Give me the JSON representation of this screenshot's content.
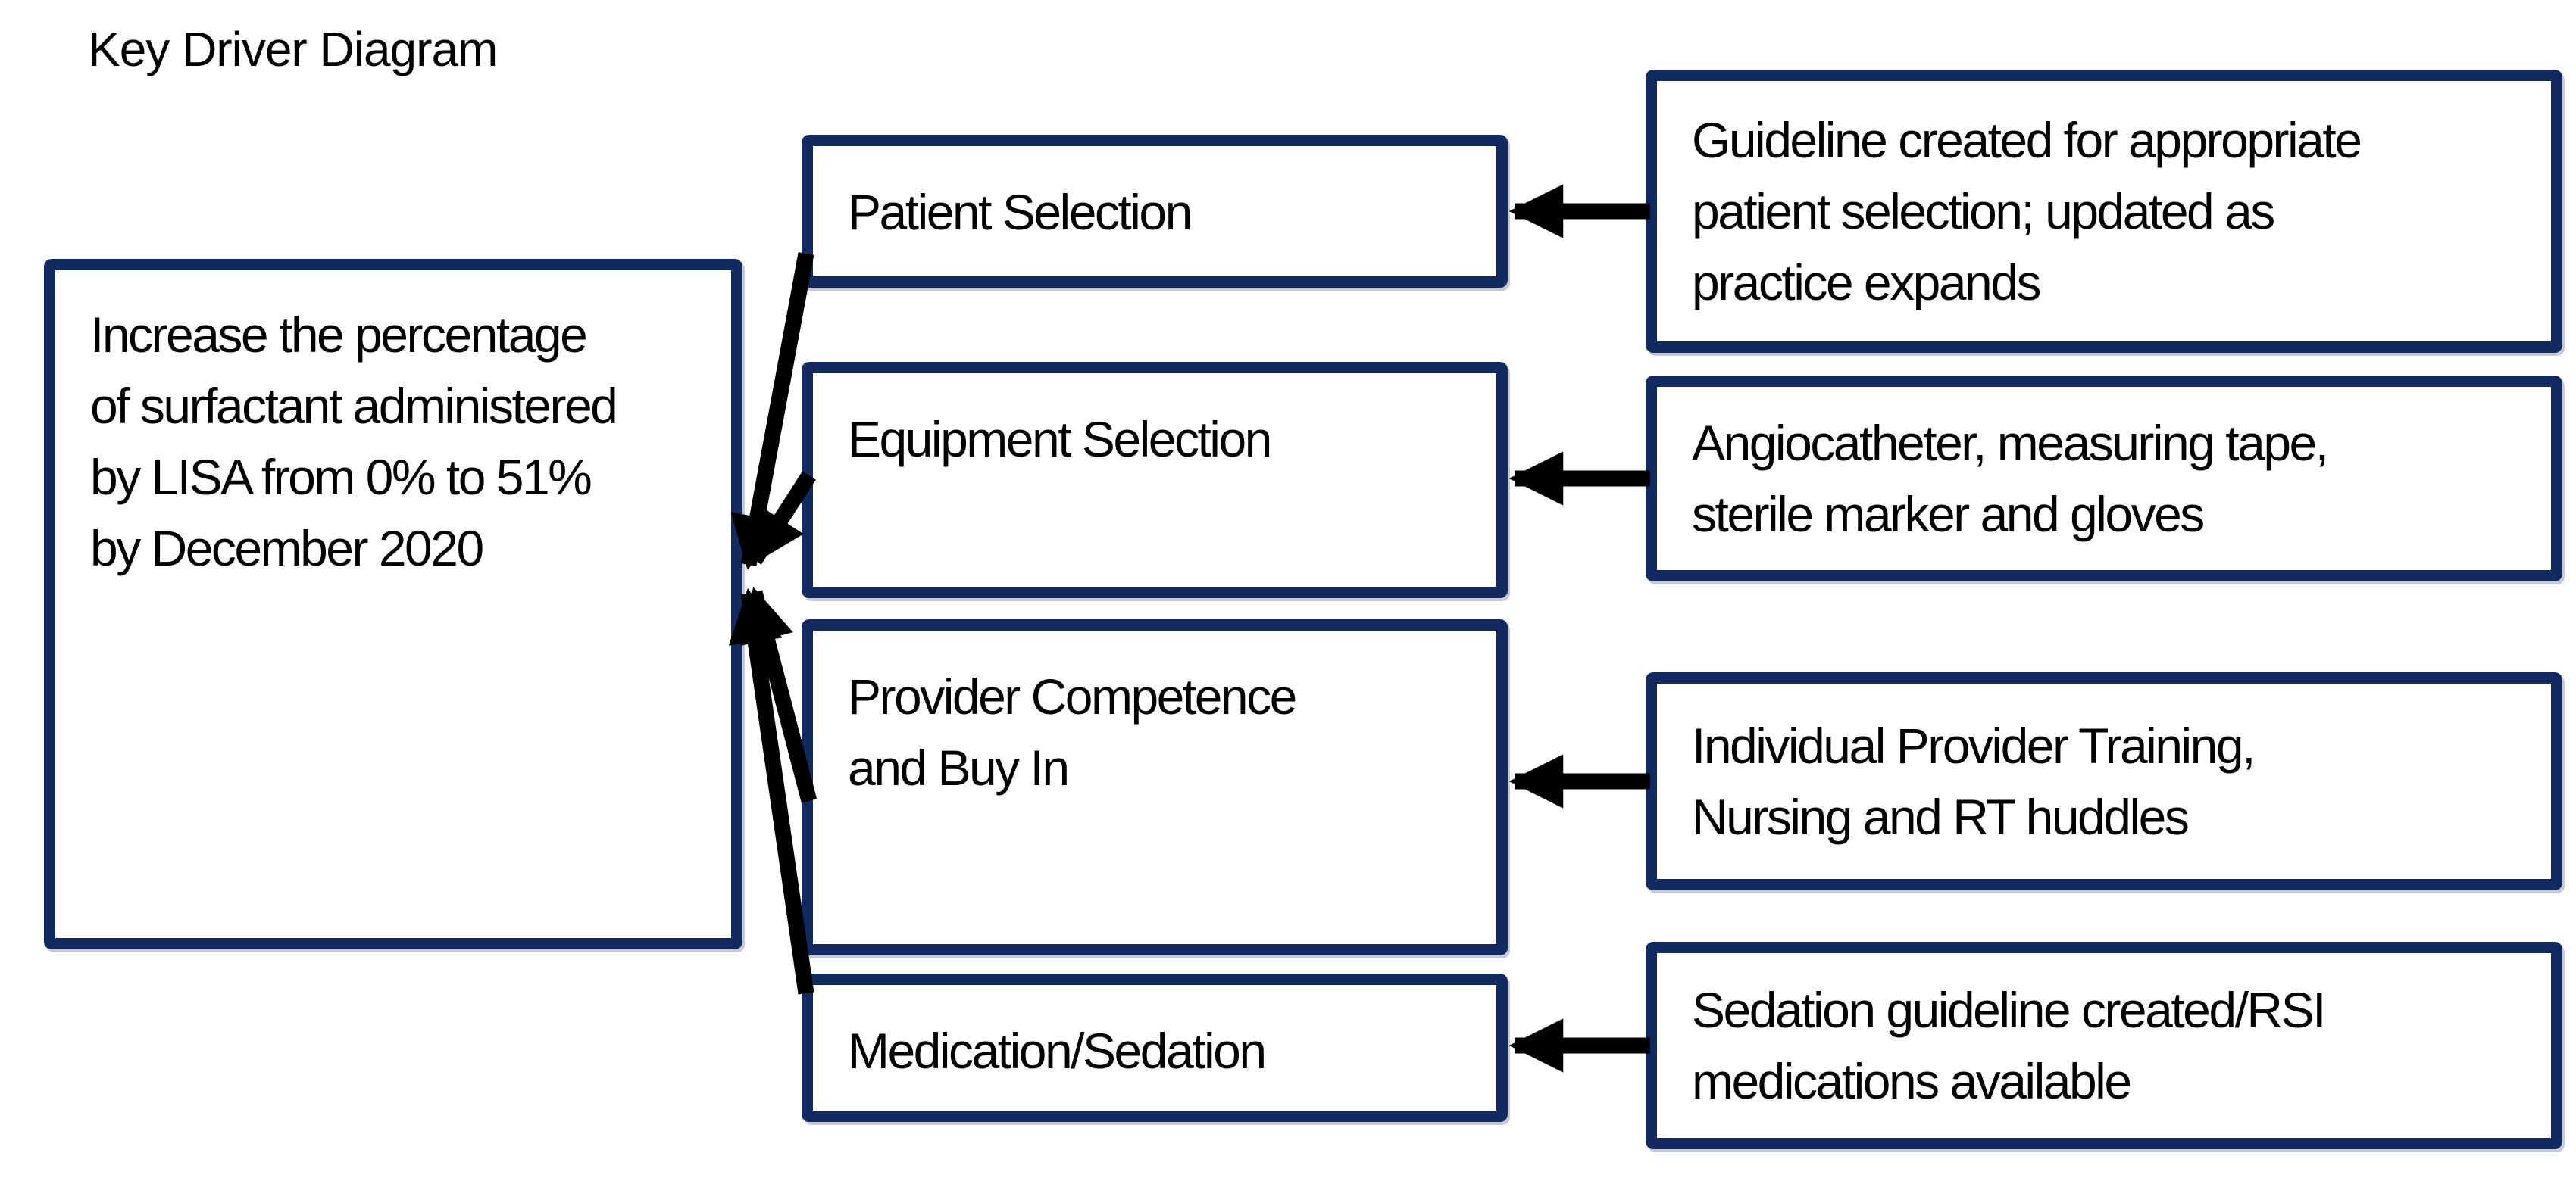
{
  "title": "Key Driver Diagram",
  "goal": {
    "text": "Increase the percentage\nof surfactant administered\nby LISA from 0% to 51%\nby December 2020"
  },
  "drivers": [
    {
      "label": "Patient Selection"
    },
    {
      "label": "Equipment Selection"
    },
    {
      "label": "Provider Competence\nand Buy In"
    },
    {
      "label": "Medication/Sedation"
    }
  ],
  "interventions": [
    {
      "text": "Guideline created for appropriate\npatient selection; updated as\npractice expands"
    },
    {
      "text": "Angiocatheter, measuring tape,\nsterile marker and gloves"
    },
    {
      "text": "Individual Provider Training,\nNursing and RT huddles"
    },
    {
      "text": "Sedation guideline created/RSI\nmedications available"
    }
  ],
  "colors": {
    "background": "#ffffff",
    "box_border": "#122a60",
    "arrow": "#000000",
    "text": "#000000"
  }
}
